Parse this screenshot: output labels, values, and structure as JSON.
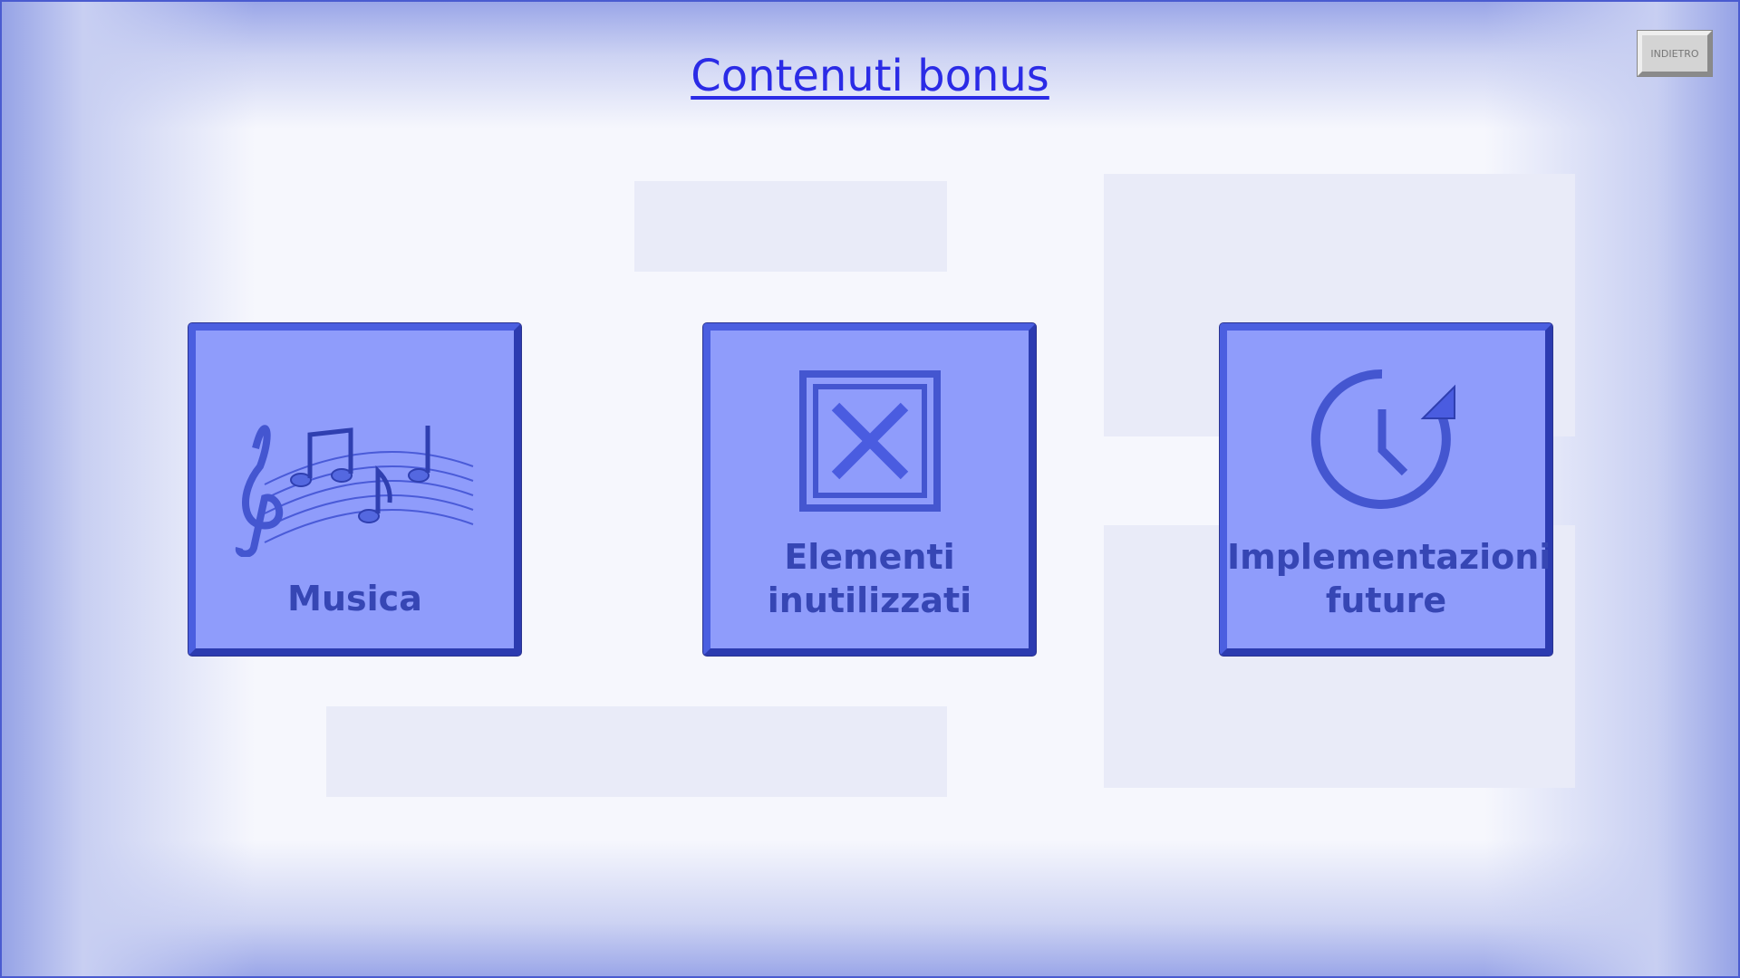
{
  "header": {
    "title": "Contenuti bonus",
    "back_label": "INDIETRO"
  },
  "tiles": [
    {
      "label": "Musica",
      "icon": "music-notes-icon"
    },
    {
      "label_line1": "Elementi",
      "label_line2": "inutilizzati",
      "icon": "x-box-icon"
    },
    {
      "label_line1": "Implementazioni",
      "label_line2": "future",
      "icon": "clock-refresh-icon"
    }
  ],
  "colors": {
    "tile": "#8f9cfb",
    "border": "#3a4cc8",
    "text": "#3646b4",
    "title": "#2b2be6"
  }
}
